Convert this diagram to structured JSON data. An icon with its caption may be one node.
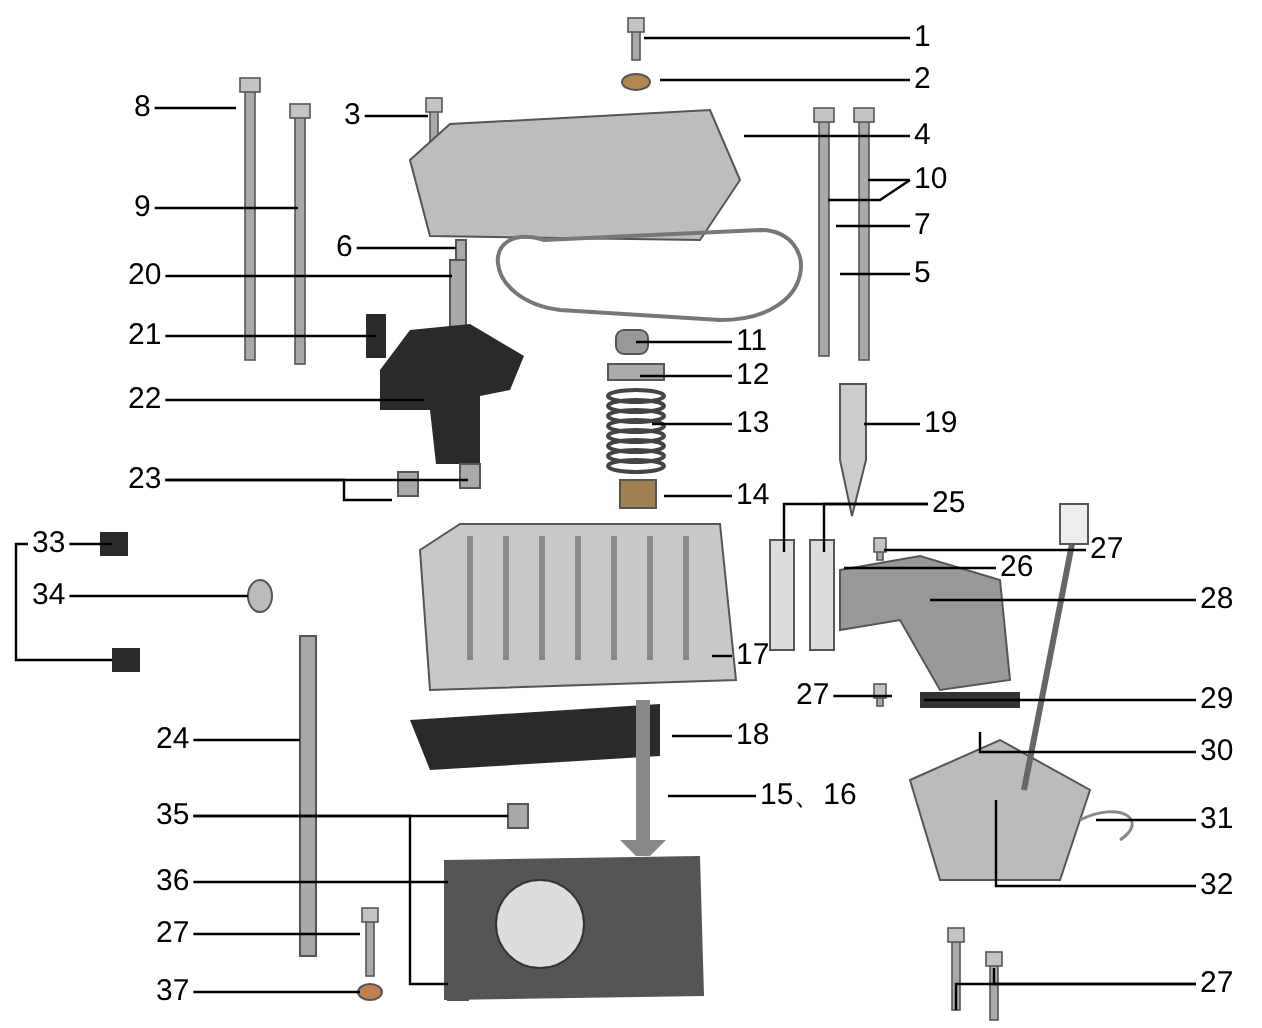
{
  "diagram": {
    "nodes": [
      {
        "text": [
          "1"
        ]
      },
      {
        "text": [
          "2"
        ]
      },
      {
        "text": [
          "3"
        ]
      },
      {
        "text": [
          "4"
        ]
      },
      {
        "text": [
          "5"
        ]
      },
      {
        "text": [
          "6"
        ]
      },
      {
        "text": [
          "7"
        ]
      },
      {
        "text": [
          "8"
        ]
      },
      {
        "text": [
          "9"
        ]
      },
      {
        "text": [
          "10"
        ]
      },
      {
        "text": [
          "11"
        ]
      },
      {
        "text": [
          "12"
        ]
      },
      {
        "text": [
          "13"
        ]
      },
      {
        "text": [
          "14"
        ]
      },
      {
        "text": [
          "15、16"
        ]
      },
      {
        "text": [
          "17"
        ]
      },
      {
        "text": [
          "18"
        ]
      },
      {
        "text": [
          "19"
        ]
      },
      {
        "text": [
          "20"
        ]
      },
      {
        "text": [
          "21"
        ]
      },
      {
        "text": [
          "22"
        ]
      },
      {
        "text": [
          "23"
        ]
      },
      {
        "text": [
          "24"
        ]
      },
      {
        "text": [
          "25"
        ]
      },
      {
        "text": [
          "26"
        ]
      },
      {
        "text": [
          "27"
        ]
      },
      {
        "text": [
          "27"
        ]
      },
      {
        "text": [
          "27"
        ]
      },
      {
        "text": [
          "27"
        ]
      },
      {
        "text": [
          "28"
        ]
      },
      {
        "text": [
          "29"
        ]
      },
      {
        "text": [
          "30"
        ]
      },
      {
        "text": [
          "31"
        ]
      },
      {
        "text": [
          "32"
        ]
      },
      {
        "text": [
          "33"
        ]
      },
      {
        "text": [
          "34"
        ]
      },
      {
        "text": [
          "35"
        ]
      },
      {
        "text": [
          "36"
        ]
      },
      {
        "text": [
          "37"
        ]
      }
    ],
    "edges": [
      {
        "from": 0,
        "to": null,
        "arrow": "none"
      },
      {
        "from": 1,
        "to": null,
        "arrow": "none"
      },
      {
        "from": 2,
        "to": null,
        "arrow": "none"
      },
      {
        "from": 3,
        "to": null,
        "arrow": "none"
      },
      {
        "from": 4,
        "to": null,
        "arrow": "none"
      },
      {
        "from": 5,
        "to": null,
        "arrow": "none"
      },
      {
        "from": 6,
        "to": null,
        "arrow": "none"
      },
      {
        "from": 7,
        "to": null,
        "arrow": "none"
      },
      {
        "from": 8,
        "to": null,
        "arrow": "none"
      },
      {
        "from": 9,
        "to": null,
        "arrow": "none"
      },
      {
        "from": 9,
        "to": null,
        "arrow": "none"
      },
      {
        "from": 10,
        "to": null,
        "arrow": "none"
      },
      {
        "from": 11,
        "to": null,
        "arrow": "none"
      },
      {
        "from": 12,
        "to": null,
        "arrow": "none"
      },
      {
        "from": 13,
        "to": null,
        "arrow": "none"
      },
      {
        "from": 14,
        "to": null,
        "arrow": "none"
      },
      {
        "from": 15,
        "to": null,
        "arrow": "none"
      },
      {
        "from": 16,
        "to": null,
        "arrow": "none"
      },
      {
        "from": 17,
        "to": null,
        "arrow": "none"
      },
      {
        "from": 18,
        "to": null,
        "arrow": "none"
      },
      {
        "from": 19,
        "to": null,
        "arrow": "none"
      },
      {
        "from": 20,
        "to": null,
        "arrow": "none"
      },
      {
        "from": 21,
        "to": null,
        "arrow": "none"
      },
      {
        "from": 21,
        "to": null,
        "arrow": "none"
      },
      {
        "from": 22,
        "to": null,
        "arrow": "none"
      },
      {
        "from": 23,
        "to": null,
        "arrow": "none"
      },
      {
        "from": 23,
        "to": null,
        "arrow": "none"
      },
      {
        "from": 24,
        "to": null,
        "arrow": "none"
      },
      {
        "from": 25,
        "to": null,
        "arrow": "none"
      },
      {
        "from": 26,
        "to": null,
        "arrow": "none"
      },
      {
        "from": 27,
        "to": null,
        "arrow": "none"
      },
      {
        "from": 28,
        "to": null,
        "arrow": "none"
      },
      {
        "from": 28,
        "to": null,
        "arrow": "none"
      },
      {
        "from": 29,
        "to": null,
        "arrow": "none"
      },
      {
        "from": 30,
        "to": null,
        "arrow": "none"
      },
      {
        "from": 31,
        "to": null,
        "arrow": "none"
      },
      {
        "from": 32,
        "to": null,
        "arrow": "none"
      },
      {
        "from": 33,
        "to": null,
        "arrow": "none"
      },
      {
        "from": 34,
        "to": null,
        "arrow": "none"
      },
      {
        "from": 34,
        "to": null,
        "arrow": "none"
      },
      {
        "from": 35,
        "to": null,
        "arrow": "none"
      },
      {
        "from": 36,
        "to": null,
        "arrow": "none"
      },
      {
        "from": 36,
        "to": null,
        "arrow": "none"
      },
      {
        "from": 37,
        "to": null,
        "arrow": "none"
      },
      {
        "from": 38,
        "to": null,
        "arrow": "none"
      }
    ]
  }
}
